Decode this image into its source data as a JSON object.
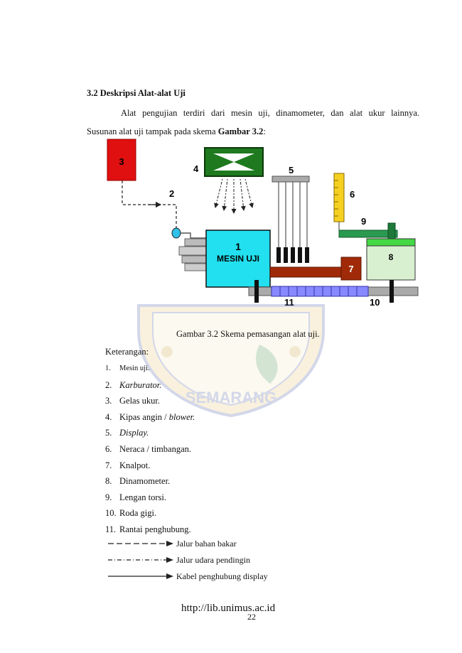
{
  "section": {
    "heading": "3.2 Deskripsi Alat-alat Uji"
  },
  "paragraph": {
    "line1": "Alat pengujian terdiri dari mesin uji, dinamometer, dan alat ukur lainnya.",
    "line2_prefix": "Susunan alat uji tampak pada skema ",
    "line2_bold": "Gambar 3.2",
    "line2_suffix": ":"
  },
  "diagram": {
    "labels": {
      "n1": "1",
      "mesin": "MESIN UJI",
      "n2": "2",
      "n3": "3",
      "n4": "4",
      "n5": "5",
      "n6": "6",
      "n7": "7",
      "n8": "8",
      "n9": "9",
      "n10": "10",
      "n11": "11"
    },
    "colors": {
      "gelas_ukur": "#e01010",
      "kipas": "#1f7a1f",
      "mesin": "#22e0f0",
      "neraca": "#f5d020",
      "dinamometer": "#d8f0d0",
      "knalpot": "#a02a08",
      "rantai": "#8888ff",
      "lengan": "#2a9a50"
    }
  },
  "watermark": {
    "text": "SEMARANG"
  },
  "caption": "Gambar 3.2  Skema pemasangan alat uji.",
  "keterangan": "Keterangan:",
  "items": [
    {
      "num": "1.",
      "text": "Mesin uji."
    },
    {
      "num": "2.",
      "text": "Karburator."
    },
    {
      "num": "3.",
      "text": "Gelas ukur."
    },
    {
      "num": "4.",
      "text": "Kipas angin / ",
      "italic_part": "blower."
    },
    {
      "num": "5.",
      "text": "Display."
    },
    {
      "num": "6.",
      "text": "Neraca / timbangan."
    },
    {
      "num": "7.",
      "text": "Knalpot."
    },
    {
      "num": "8.",
      "text": "Dinamometer."
    },
    {
      "num": "9.",
      "text": "Lengan torsi."
    },
    {
      "num": "10.",
      "text": "Roda gigi."
    },
    {
      "num": "11.",
      "text": "Rantai penghubung."
    }
  ],
  "line_legend": {
    "fuel": "Jalur bahan bakar",
    "air": "Jalur udara pendingin",
    "cable": "Kabel penghubung display"
  },
  "footer": {
    "url": "http://lib.unimus.ac.id",
    "page": "22"
  }
}
